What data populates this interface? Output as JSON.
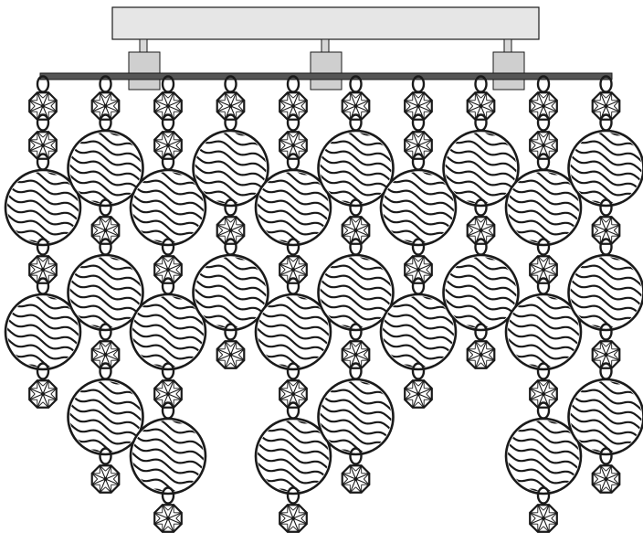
{
  "drawing": {
    "kind": "crystal chandelier line drawing",
    "colors": {
      "line": "#1a1a1a",
      "canopy_fill": "#e6e6e6",
      "bracket_fill": "#cfcfcf",
      "rail_fill": "#555555",
      "background": "#ffffff"
    },
    "canopy": {
      "mount_posts": 3
    },
    "rail": {},
    "strands": [
      {
        "pattern": [
          "oct",
          "oct",
          "disc",
          "oct",
          "disc",
          "oct"
        ]
      },
      {
        "pattern": [
          "oct",
          "disc",
          "oct",
          "disc",
          "oct",
          "disc",
          "oct"
        ]
      },
      {
        "pattern": [
          "oct",
          "oct",
          "disc",
          "oct",
          "disc",
          "oct",
          "disc",
          "oct"
        ]
      },
      {
        "pattern": [
          "oct",
          "disc",
          "oct",
          "disc",
          "oct"
        ]
      },
      {
        "pattern": [
          "oct",
          "oct",
          "disc",
          "oct",
          "disc",
          "oct",
          "disc",
          "oct"
        ]
      },
      {
        "pattern": [
          "oct",
          "disc",
          "oct",
          "disc",
          "oct",
          "disc",
          "oct"
        ]
      },
      {
        "pattern": [
          "oct",
          "oct",
          "disc",
          "oct",
          "disc",
          "oct"
        ]
      },
      {
        "pattern": [
          "oct",
          "disc",
          "oct",
          "disc",
          "oct"
        ]
      },
      {
        "pattern": [
          "oct",
          "oct",
          "disc",
          "oct",
          "disc",
          "oct",
          "disc",
          "oct"
        ]
      },
      {
        "pattern": [
          "oct",
          "disc",
          "oct",
          "disc",
          "oct",
          "disc",
          "oct"
        ]
      }
    ]
  }
}
